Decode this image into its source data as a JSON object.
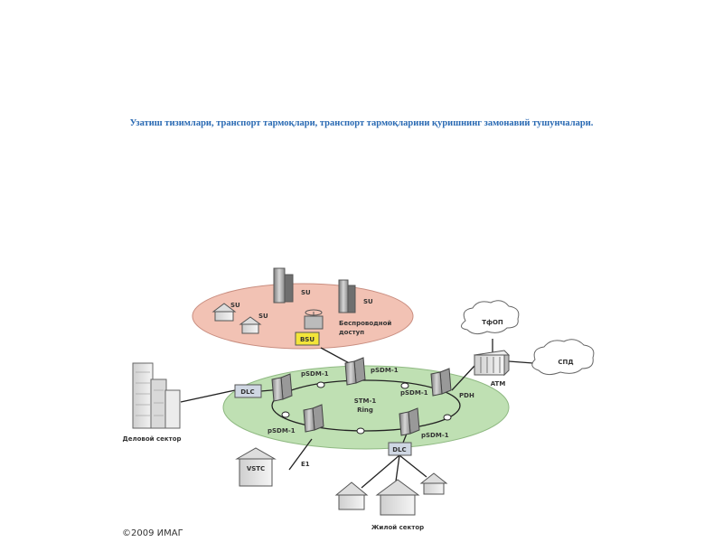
{
  "title": "Узатиш тизимлари, транспорт тармоқлари, транспорт тармоқларини қуришнинг замонавий тушунчалари.",
  "diagram": {
    "su": "SU",
    "bsu": "BSU",
    "wireless_line1": "Беспроводной",
    "wireless_line2": "доступ",
    "tfop": "ТфОП",
    "sld": "СПД",
    "atm": "ATM",
    "stm_line1": "STM-1",
    "stm_line2": "Ring",
    "psdm": "pSDM-1",
    "pdh": "PDH",
    "dlc": "DLC",
    "business": "Деловой сектор",
    "residential": "Жилой сектор",
    "vstc": "VSTC",
    "e1": "E1",
    "copyright": "©2009 ИМАГ"
  },
  "colors": {
    "top_ellipse": "#f2c2b4",
    "ring_ellipse": "#bfe0b3",
    "bsu": "#f3e53a",
    "title": "#2a6ab3"
  }
}
